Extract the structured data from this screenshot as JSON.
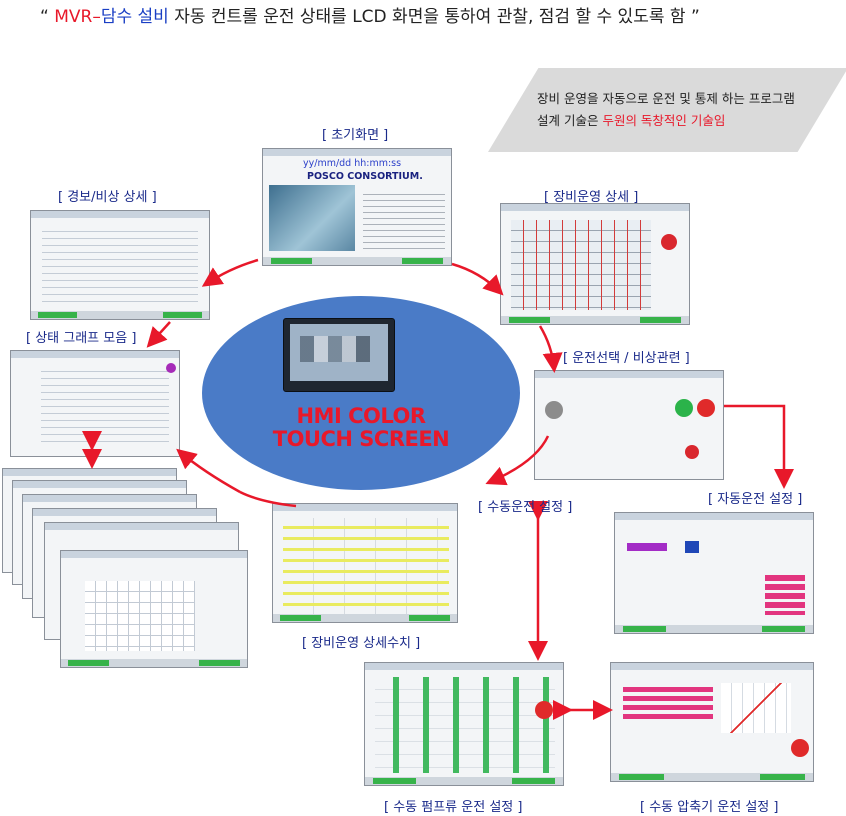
{
  "header": {
    "quote_open": "“ ",
    "mvr": "MVR",
    "dash": "–",
    "damsu": "담수 설비",
    "rest": " 자동 컨트롤 운전 상태를 LCD 화면을 통하여 관찰, 점검 할 수 있도록 함 ",
    "quote_close": "”"
  },
  "banner": {
    "line1": "장비 운영을 자동으로 운전 및 통제 하는 프로그램",
    "line2_prefix": "설계 기술은 ",
    "line2_highlight": "두원의 독창적인 기술임"
  },
  "center": {
    "line1": "HMI COLOR",
    "line2": "TOUCH SCREEN"
  },
  "labels": {
    "initial": "[ 초기화면 ]",
    "alarm": "[ 경보/비상 상세 ]",
    "equipment_detail": "[ 장비운영 상세 ]",
    "status_graph": "[ 상태 그래프 모음 ]",
    "operation_select": "[ 운전선택 / 비상관련 ]",
    "manual_setting": "[ 수동운전 설정 ]",
    "auto_setting": "[ 자동운전 설정 ]",
    "equipment_values": "[ 장비운영 상세수치 ]",
    "pump_setting": "[ 수동 펌프류 운전 설정 ]",
    "compressor_setting": "[ 수동 압축기 운전 설정 ]"
  },
  "initial_screen": {
    "datetime": "yy/mm/dd  hh:mm:ss",
    "company": "POSCO CONSORTIUM."
  },
  "colors": {
    "arrow": "#e8182a",
    "circle": "#4a7bc7",
    "label": "#1a2a8a",
    "accent_red": "#e8182a",
    "accent_blue": "#1a3fc4"
  }
}
